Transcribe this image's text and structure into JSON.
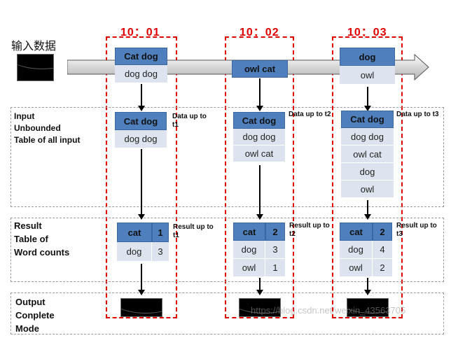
{
  "input_label": "输入数据",
  "times": [
    "10：01",
    "10：02",
    "10：03"
  ],
  "row_labels": {
    "input": [
      "Input",
      "Unbounded",
      "Table of all input"
    ],
    "result": [
      "Result",
      "Table of",
      "Word counts"
    ],
    "output": [
      "Output",
      "Conplete",
      "Mode"
    ]
  },
  "stream": [
    [
      "Cat  dog",
      "dog  dog"
    ],
    [
      "owl  cat"
    ],
    [
      "dog",
      "owl"
    ]
  ],
  "input_tables": [
    [
      "Cat  dog",
      "dog  dog"
    ],
    [
      "Cat  dog",
      "dog  dog",
      "owl  cat"
    ],
    [
      "Cat  dog",
      "dog  dog",
      "owl  cat",
      "dog",
      "owl"
    ]
  ],
  "data_notes": [
    "Data up to t1",
    "Data up to t2",
    "Data up to t3"
  ],
  "result_tables": [
    [
      [
        "cat",
        "1"
      ],
      [
        "dog",
        "3"
      ]
    ],
    [
      [
        "cat",
        "2"
      ],
      [
        "dog",
        "3"
      ],
      [
        "owl",
        "1"
      ]
    ],
    [
      [
        "cat",
        "2"
      ],
      [
        "dog",
        "4"
      ],
      [
        "owl",
        "2"
      ]
    ]
  ],
  "result_notes": [
    "Result up to t1",
    "Result up to t2",
    "Result up to t3"
  ],
  "watermark": "https://blog.csdn.net/weixin_43563705"
}
